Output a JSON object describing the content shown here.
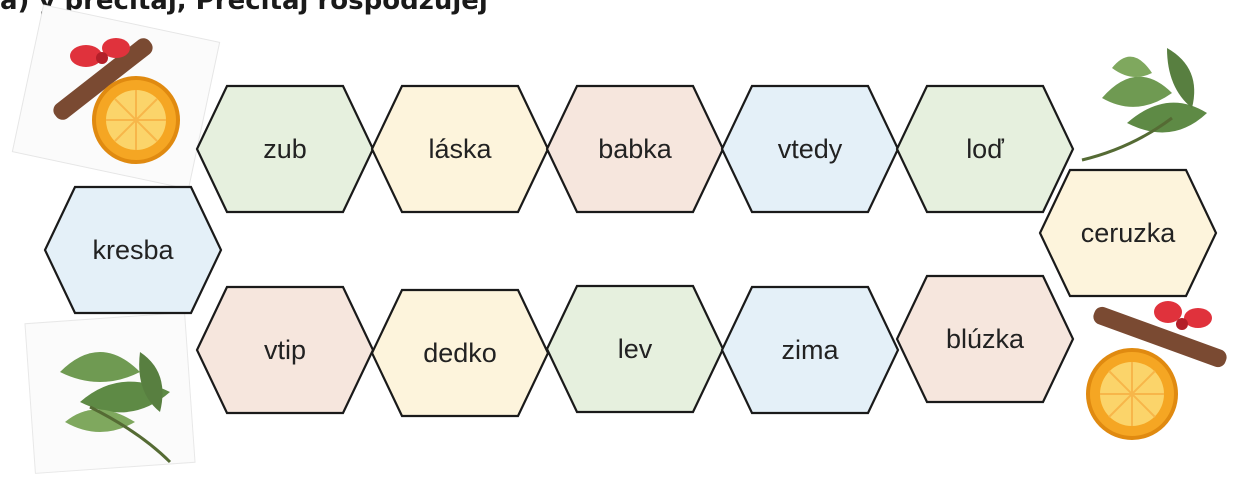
{
  "instruction_fragment": "a) y precitaj, Precitaj rospodzujej",
  "colors": {
    "green": "#e6f0de",
    "yellow": "#fdf4dc",
    "peach": "#f6e6dd",
    "blue": "#e4f0f8",
    "stroke": "#1a1a1a"
  },
  "decorations": {
    "top_left": "orange-cinnamon-icon",
    "bottom_left": "leaf-icon",
    "top_right": "leaf-icon",
    "bottom_right": "orange-cinnamon-icon"
  },
  "path": {
    "top_row": [
      {
        "word": "zub",
        "color": "green"
      },
      {
        "word": "láska",
        "color": "yellow"
      },
      {
        "word": "babka",
        "color": "peach"
      },
      {
        "word": "vtedy",
        "color": "blue"
      },
      {
        "word": "loď",
        "color": "green"
      }
    ],
    "left_end": {
      "word": "kresba",
      "color": "blue"
    },
    "right_end": {
      "word": "ceruzka",
      "color": "yellow"
    },
    "bottom_row": [
      {
        "word": "vtip",
        "color": "peach"
      },
      {
        "word": "dedko",
        "color": "yellow"
      },
      {
        "word": "lev",
        "color": "green"
      },
      {
        "word": "zima",
        "color": "blue"
      },
      {
        "word": "blúzka",
        "color": "peach"
      }
    ]
  }
}
